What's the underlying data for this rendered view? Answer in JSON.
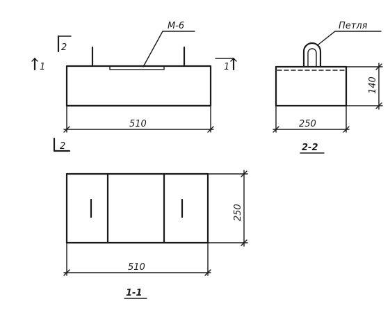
{
  "front_view": {
    "mark_label": "М-6",
    "width_dim": "510",
    "cut_mark_1": "1",
    "cut_mark_2": "2"
  },
  "side_view": {
    "loop_label": "Петля",
    "width_dim": "250",
    "height_dim": "140",
    "section_title": "2-2"
  },
  "plan_view": {
    "width_dim": "510",
    "depth_dim": "250",
    "section_title": "1-1"
  }
}
